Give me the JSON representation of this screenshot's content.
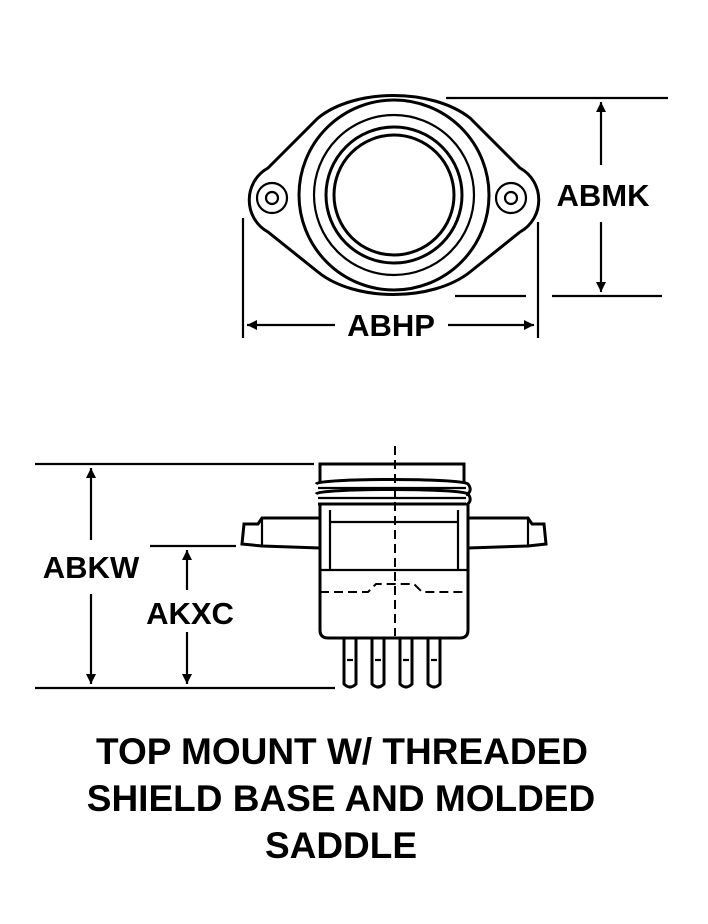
{
  "dimensions": {
    "height_label": "ABMK",
    "width_label": "ABHP",
    "overall_height_label": "ABKW",
    "partial_height_label": "AKXC"
  },
  "caption": {
    "line1": "TOP MOUNT W/ THREADED",
    "line2": "SHIELD BASE AND MOLDED",
    "line3": "SADDLE"
  },
  "colors": {
    "ink": "#000000",
    "background": "#ffffff"
  }
}
